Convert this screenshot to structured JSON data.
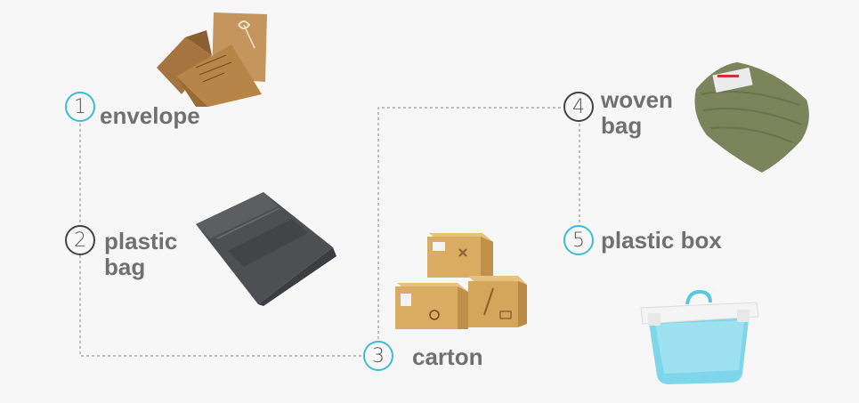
{
  "steps": [
    {
      "number": "1",
      "label_lines": [
        "envelope"
      ],
      "ring_color": "#3dbbd6",
      "icon": "kraft-envelope-icon"
    },
    {
      "number": "2",
      "label_lines": [
        "plastic",
        "bag"
      ],
      "ring_color": "#444444",
      "icon": "plastic-mailer-bag-icon"
    },
    {
      "number": "3",
      "label_lines": [
        "carton"
      ],
      "ring_color": "#3dbbd6",
      "icon": "cardboard-cartons-icon"
    },
    {
      "number": "4",
      "label_lines": [
        "woven",
        "bag"
      ],
      "ring_color": "#444444",
      "icon": "woven-sack-icon"
    },
    {
      "number": "5",
      "label_lines": [
        "plastic box"
      ],
      "ring_color": "#3dbbd6",
      "icon": "plastic-storage-box-icon"
    }
  ],
  "colors": {
    "label": "#707070",
    "connector": "#888888",
    "background": "#f7f7f7"
  }
}
